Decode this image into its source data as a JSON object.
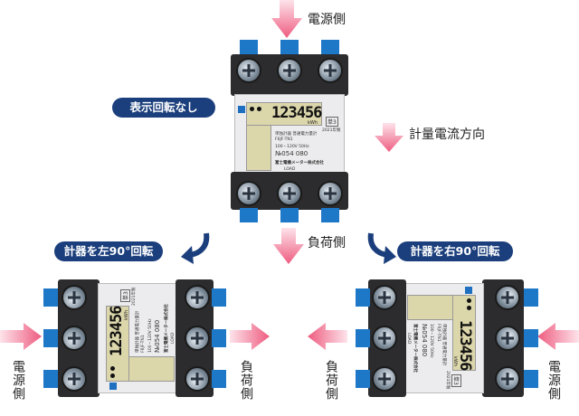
{
  "labels": {
    "source_top": "電源側",
    "no_rotation": "表示回転なし",
    "current_direction": "計量電流方向",
    "load_center": "負荷側",
    "rotate_left": "計器を左90°回転",
    "rotate_right": "計器を右90°回転",
    "left_source": "電源側",
    "left_load": "負荷側",
    "right_load": "負荷側",
    "right_source": "電源側"
  },
  "meter": {
    "reading": "123456",
    "unit": "kWh",
    "phase": "単3",
    "year": "2021年製",
    "title": "単独計器 普通電力量計",
    "model": "F6JF-TN1",
    "rating": "100・120V 50Hz",
    "serial": "№054 080",
    "maker": "富士電機メーター株式会社",
    "load": "LOAD"
  },
  "colors": {
    "arrow": "#f06a8a",
    "badge": "#1b3f7c",
    "tab": "#1e78c8"
  }
}
